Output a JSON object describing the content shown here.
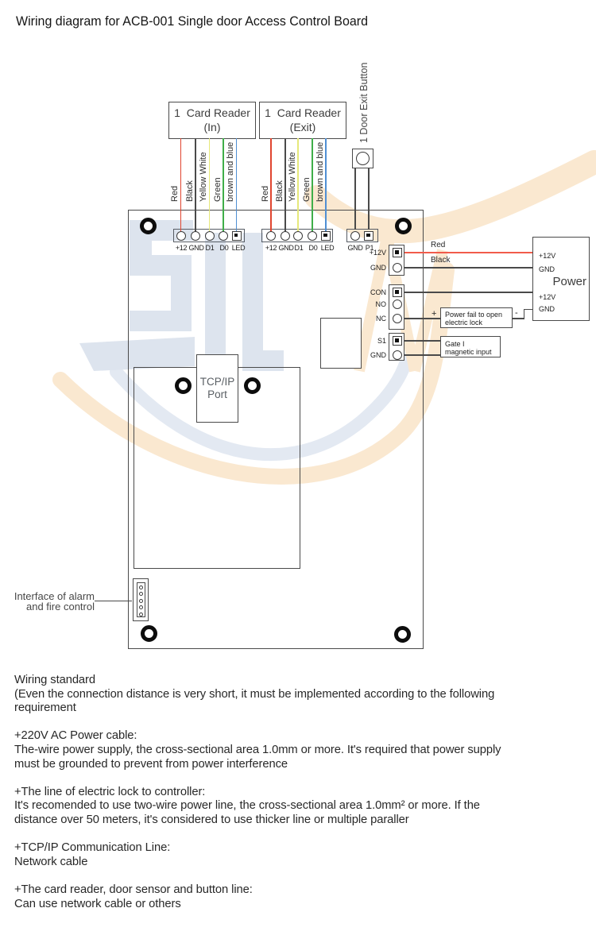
{
  "title": "Wiring diagram for ACB-001 Single door Access Control Board",
  "readers": [
    {
      "name_line": "1  Card Reader",
      "sub": "(In)",
      "wires": [
        {
          "label": "Red",
          "color": "#e0452f"
        },
        {
          "label": "Black",
          "color": "#4a4a4a"
        },
        {
          "label": "Yellow White",
          "color": "#e6e87a"
        },
        {
          "label": "Green",
          "color": "#3fae49"
        },
        {
          "label": "brown and blue",
          "color": "#4f8fd3"
        }
      ]
    },
    {
      "name_line": "1  Card Reader",
      "sub": "(Exit)",
      "wires": [
        {
          "label": "Red",
          "color": "#e0452f"
        },
        {
          "label": "Black",
          "color": "#4a4a4a"
        },
        {
          "label": "Yellow White",
          "color": "#e6e87a"
        },
        {
          "label": "Green",
          "color": "#3fae49"
        },
        {
          "label": "brown and blue",
          "color": "#4f8fd3"
        }
      ]
    }
  ],
  "exit_button_label": "1 Door Exit Button",
  "strips": [
    {
      "labels": [
        "+12",
        "GND",
        "D1",
        "D0",
        "LED"
      ]
    },
    {
      "labels": [
        "+12",
        "GND",
        "D1",
        "D0",
        "LED"
      ]
    },
    {
      "labels": [
        "GND",
        "P1"
      ]
    }
  ],
  "right_blocks": {
    "a": [
      "+12V",
      "GND"
    ],
    "b": [
      "CON",
      "NO",
      "NC"
    ],
    "c": [
      "S1",
      "GND"
    ]
  },
  "power_box": {
    "title": "Power",
    "r1": "+12V",
    "r2": "GND",
    "r3": "+12V",
    "r4": "GND"
  },
  "annotations": {
    "red": "Red",
    "black": "Black",
    "plus": "+",
    "minus": "-"
  },
  "lock_box": {
    "l1": "Power fail to open",
    "l2": "electric lock"
  },
  "gate_box": {
    "l1": "Gate I",
    "l2": "magnetic input"
  },
  "tcpip": {
    "l1": "TCP/IP",
    "l2": "Port"
  },
  "alarm_label": {
    "l1": "Interface of alarm",
    "l2": "and fire control"
  },
  "notes": {
    "lines": [
      "Wiring standard",
      "(Even the connection distance is very short, it must be implemented according to the following",
      "requirement",
      "",
      "+220V AC Power cable:",
      "The-wire power supply, the cross-sectional area 1.0mm or more. It's required that power supply",
      "must be grounded to prevent from power interference",
      "",
      "+The line of electric lock to controller:",
      "It's recomended to use two-wire power line, the cross-sectional area 1.0mm² or more. If the",
      "distance over 50 meters, it's considered to use thicker line or multiple paraller",
      "",
      "+TCP/IP Communication Line:",
      "Network cable",
      "",
      "+The card reader, door sensor and button line:",
      "Can use network cable or others"
    ]
  },
  "colors": {
    "outline": "#4a4a4a",
    "wire_dark": "#4a4a4a",
    "wire_red": "#e0452f",
    "power_red": "#f15b4b",
    "wire_yellow": "#e6e87a",
    "wire_green": "#3fae49",
    "wire_blue": "#4f8fd3",
    "watermark_blue": "#dde4ee",
    "watermark_orange": "#fae8d0",
    "watermark_gray": "#e3e9f2"
  }
}
